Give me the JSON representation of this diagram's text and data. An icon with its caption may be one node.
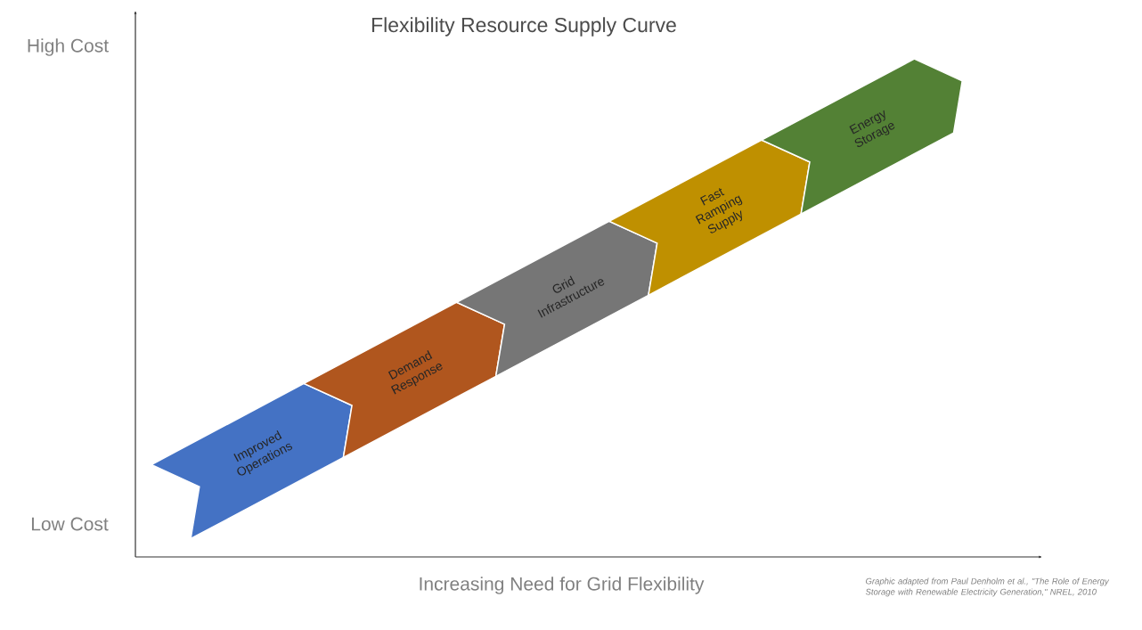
{
  "diagram": {
    "title": "Flexibility Resource Supply Curve",
    "nodes": [
      {
        "text": [
          "Improved Operations"
        ]
      },
      {
        "text": [
          "Demand Response"
        ]
      },
      {
        "text": [
          "Grid Infrastructure"
        ]
      },
      {
        "text": [
          "Fast Ramping Supply"
        ]
      },
      {
        "text": [
          "Energy Storage"
        ]
      }
    ],
    "labels": [
      "High Cost",
      "Low Cost",
      "Increasing Need for Grid Flexibility",
      "Graphic adapted from Paul Denholm et al., \"The Role of Energy Storage with Renewable Electricity Generation,\" NREL, 2010"
    ]
  }
}
